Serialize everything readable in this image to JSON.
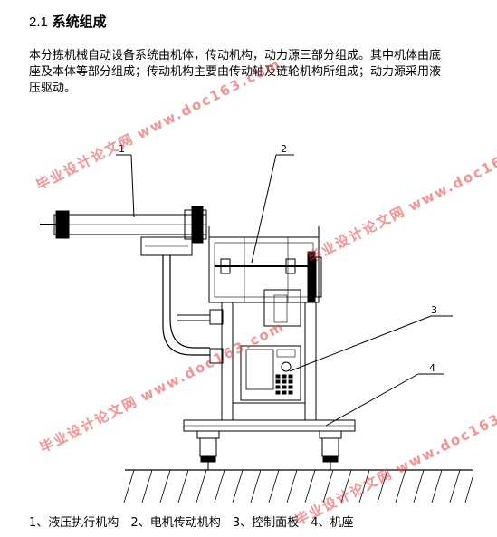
{
  "heading": {
    "number": "2.1",
    "title": "系统组成"
  },
  "paragraph": [
    "本分拣机械自动设备系统由机体，传动机构，动力源三部分组成。其中机体由底",
    "座及本体等部分组成；传动机构主要由传动轴及链轮机构所组成；动力源采用液",
    "压驱动。"
  ],
  "figure": {
    "callouts": [
      "1",
      "2",
      "3",
      "4"
    ]
  },
  "caption": {
    "items": [
      "1、液压执行机构",
      "2、电机传动机构",
      "3、控制面板",
      "4、机座"
    ]
  },
  "watermark": {
    "cn": "毕业设计论文网",
    "url": "www.doc163.com"
  }
}
